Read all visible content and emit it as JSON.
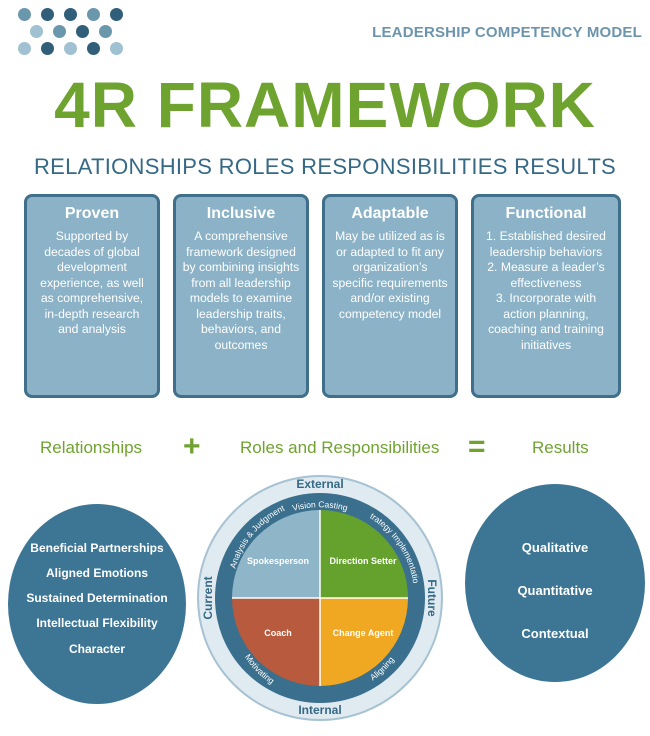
{
  "header": {
    "top_label": "LEADERSHIP COMPETENCY MODEL"
  },
  "title": "4R FRAMEWORK",
  "subtitle": "RELATIONSHIPS ROLES RESPONSIBILITIES RESULTS",
  "cards": [
    {
      "heading": "Proven",
      "body": "Supported by decades of global development experience, as well as comprehensive, in-depth research and analysis"
    },
    {
      "heading": "Inclusive",
      "body": "A comprehensive framework designed by combining insights from all leadership models to examine leadership traits, behaviors, and outcomes"
    },
    {
      "heading": "Adaptable",
      "body": "May be utilized as is or adapted to fit any organization’s specific requirements and/or existing competency model"
    },
    {
      "heading": "Functional",
      "lines": [
        "1. Established desired leadership behaviors",
        "2. Measure a leader’s effectiveness",
        "3. Incorporate with action planning, coaching and training initiatives"
      ]
    }
  ],
  "equation": {
    "left": "Relationships",
    "plus": "+",
    "middle": "Roles and Responsibilities",
    "equals": "=",
    "right": "Results"
  },
  "relationships": [
    "Beneficial Partnerships",
    "Aligned Emotions",
    "Sustained Determination",
    "Intellectual Flexibility",
    "Character"
  ],
  "results": [
    "Qualitative",
    "Quantitative",
    "Contextual"
  ],
  "wheel": {
    "compass": {
      "top": "External",
      "bottom": "Internal",
      "left": "Current",
      "right": "Future"
    },
    "arcs": {
      "top": "Vision Casting",
      "top_left": "Analysis & Judgment",
      "top_right": "Strategy Implementation",
      "bottom_left": "Motivating",
      "bottom_right": "Aligning"
    },
    "quadrants": {
      "top_left": "Spokesperson",
      "top_right": "Direction Setter",
      "bottom_left": "Coach",
      "bottom_right": "Change Agent"
    }
  },
  "colors": {
    "green": "#6fa32f",
    "navy": "#3d7694",
    "card": "#8bb2c6",
    "q_blue": "#8fb5c9",
    "q_green": "#64a22d",
    "q_red": "#b75a3e",
    "q_orange": "#f0a823"
  }
}
